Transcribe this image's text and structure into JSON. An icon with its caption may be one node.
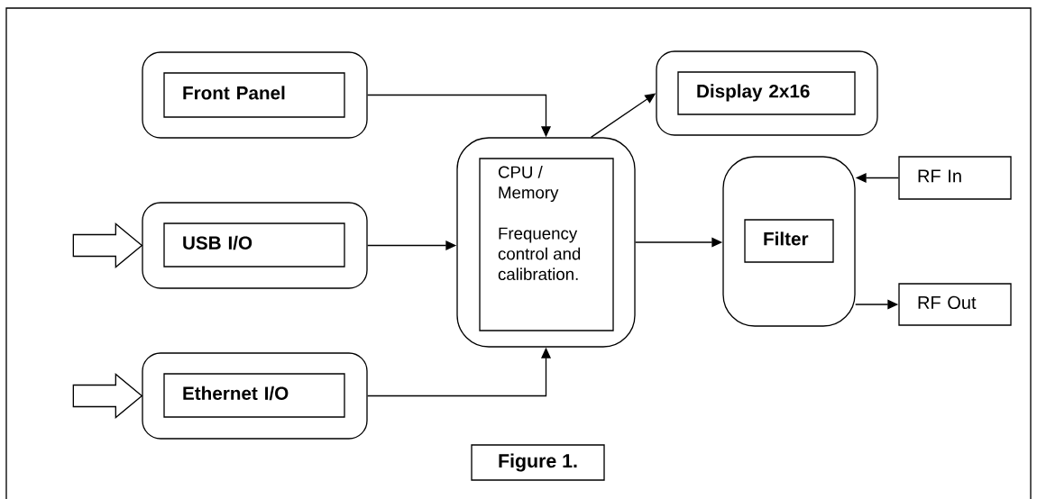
{
  "diagram": {
    "caption": "Figure 1.",
    "nodes": [
      {
        "text": [],
        "shape": "box"
      },
      {
        "text": [
          "Front Panel"
        ],
        "in": 0
      },
      {
        "text": [],
        "shape": "box"
      },
      {
        "text": [
          "Display 2x16"
        ],
        "in": 2
      },
      {
        "text": [],
        "shape": "box"
      },
      {
        "text": [
          "USB I/O"
        ],
        "in": 4
      },
      {
        "text": [],
        "shape": "box"
      },
      {
        "text": [
          "CPU / Memory",
          "Frequency control and calibration."
        ],
        "in": 6
      },
      {
        "text": [],
        "shape": "box"
      },
      {
        "text": [
          "Filter"
        ],
        "in": 8
      },
      {
        "text": [
          "RF In"
        ]
      },
      {
        "text": [
          "RF Out"
        ]
      },
      {
        "text": [],
        "shape": "box"
      },
      {
        "text": [
          "Ethernet I/O"
        ],
        "in": 12
      }
    ],
    "edges": [
      {
        "from": 0,
        "to": 6,
        "arrow": "to"
      },
      {
        "from": 6,
        "to": 2,
        "arrow": "to"
      },
      {
        "from": null,
        "to": 4,
        "arrow": "to"
      },
      {
        "from": 4,
        "to": 6,
        "arrow": "to"
      },
      {
        "from": 6,
        "to": 8,
        "arrow": "to"
      },
      {
        "from": 10,
        "to": 8,
        "arrow": "to"
      },
      {
        "from": 8,
        "to": 11,
        "arrow": "to"
      },
      {
        "from": null,
        "to": 12,
        "arrow": "to"
      },
      {
        "from": 12,
        "to": 6,
        "arrow": "to"
      }
    ]
  }
}
